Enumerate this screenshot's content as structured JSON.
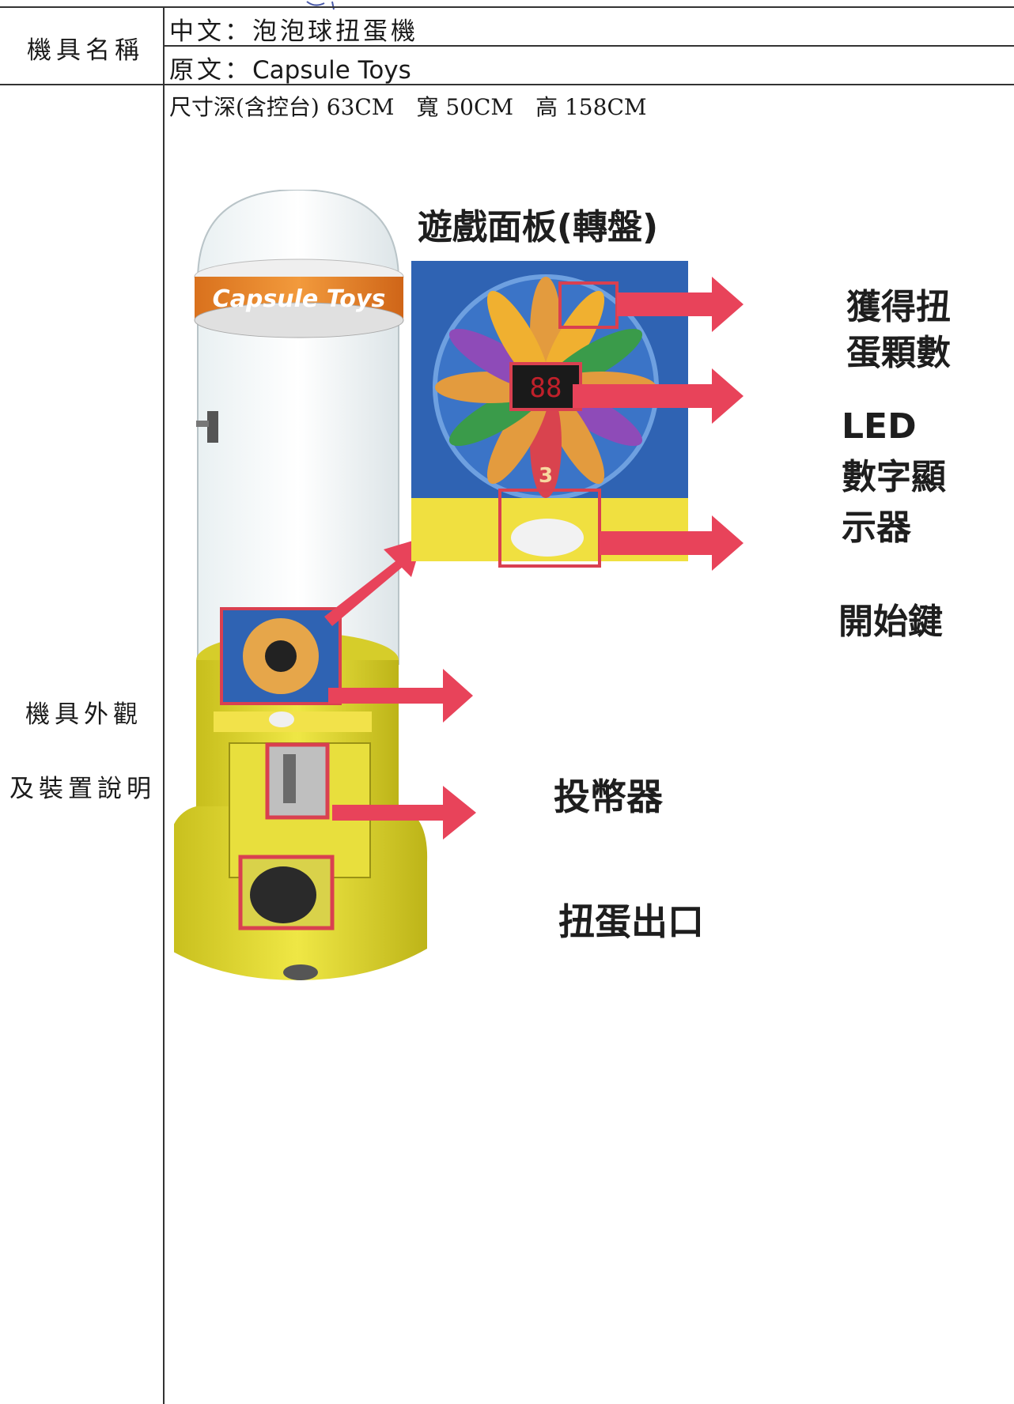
{
  "table": {
    "row1_header": "機具名稱",
    "row1_chinese": "中文：泡泡球扭蛋機",
    "row1_original_prefix": "原文：",
    "row1_original_name": "Capsule Toys",
    "row2_header_line1": "機具外觀",
    "row2_header_line2": "及裝置說明",
    "dimensions": "尺寸深(含控台) 63CM　寬 50CM　高 158CM"
  },
  "figure": {
    "machine_sign": "Capsule Toys",
    "panel_title": "遊戲面板(轉盤)",
    "led_digits": "88",
    "wheel_number": "3",
    "labels": {
      "capsule_count_line1": "獲得扭",
      "capsule_count_line2": "蛋顆數",
      "led_line1": "LED",
      "led_line2": "數字顯",
      "led_line3": "示器",
      "start": "開始鍵",
      "coin": "投幣器",
      "exit": "扭蛋出口"
    },
    "colors": {
      "arrow": "#e8435a",
      "panel_blue": "#2f63b3",
      "machine_yellow": "#e7de3a",
      "highlight_box": "#d94050"
    }
  }
}
